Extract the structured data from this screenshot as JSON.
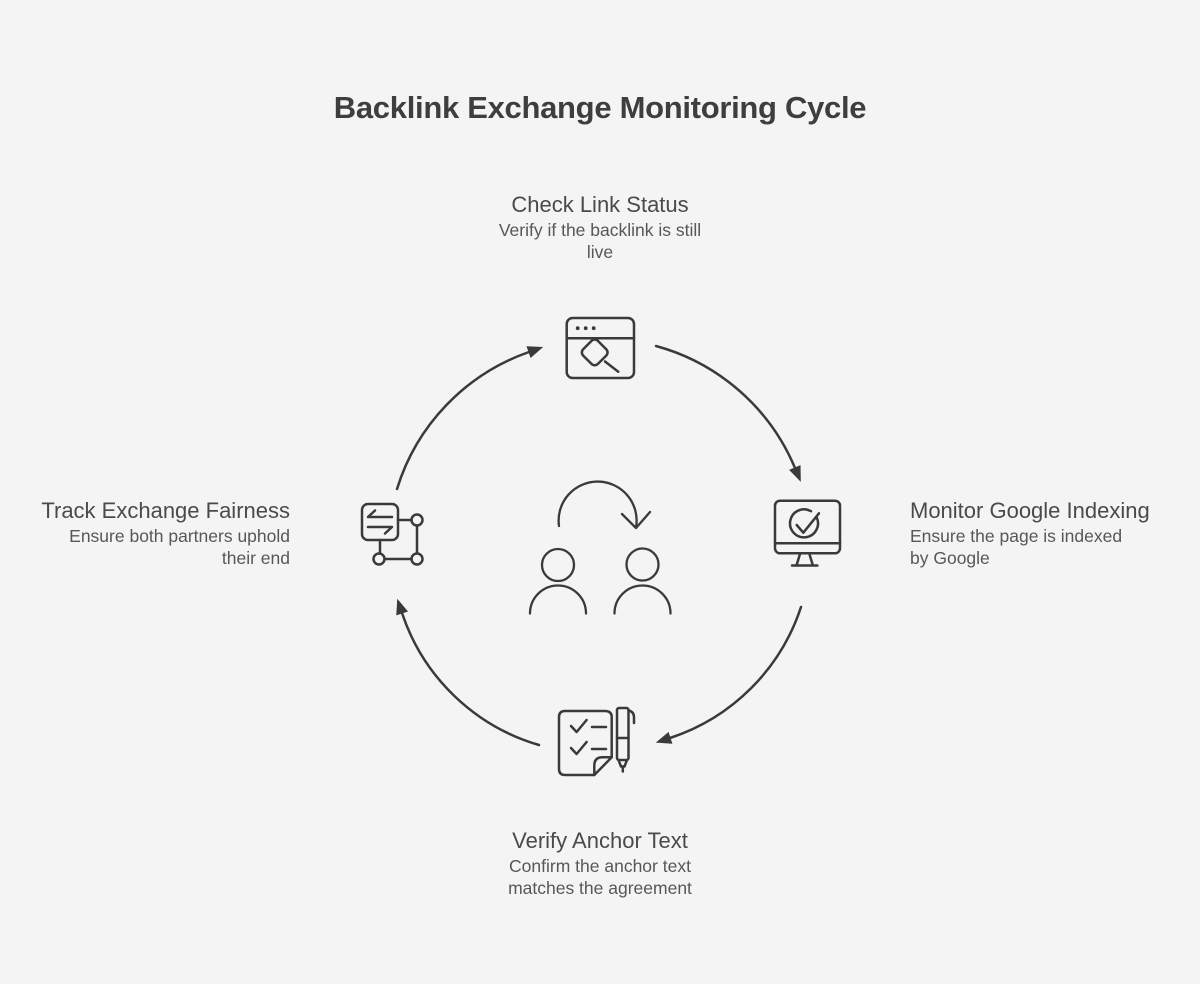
{
  "title": "Backlink Exchange Monitoring Cycle",
  "colors": {
    "bg": "#f5f4f5",
    "ink": "#3a3a3a",
    "title-color": "#3e3e3e",
    "node-title-color": "#4a4a4a",
    "node-desc-color": "#575757"
  },
  "nodes": [
    {
      "id": "check-link-status",
      "position": "top",
      "icon": "browser-search-icon",
      "title": "Check Link Status",
      "description": "Verify if the backlink is still\nlive"
    },
    {
      "id": "monitor-google-indexing",
      "position": "right",
      "icon": "monitor-check-icon",
      "title": "Monitor Google Indexing",
      "description": "Ensure the page is indexed\nby Google"
    },
    {
      "id": "verify-anchor-text",
      "position": "bottom",
      "icon": "document-checklist-pen-icon",
      "title": "Verify Anchor Text",
      "description": "Confirm the anchor text\nmatches the agreement"
    },
    {
      "id": "track-exchange-fairness",
      "position": "left",
      "icon": "exchange-network-icon",
      "title": "Track Exchange Fairness",
      "description": "Ensure both partners uphold\ntheir end"
    }
  ],
  "center_icon": "two-people-cycle-icon",
  "flow": {
    "direction": "clockwise",
    "arrows": [
      {
        "from": "track-exchange-fairness",
        "to": "check-link-status"
      },
      {
        "from": "check-link-status",
        "to": "monitor-google-indexing"
      },
      {
        "from": "monitor-google-indexing",
        "to": "verify-anchor-text"
      },
      {
        "from": "verify-anchor-text",
        "to": "track-exchange-fairness"
      }
    ]
  }
}
